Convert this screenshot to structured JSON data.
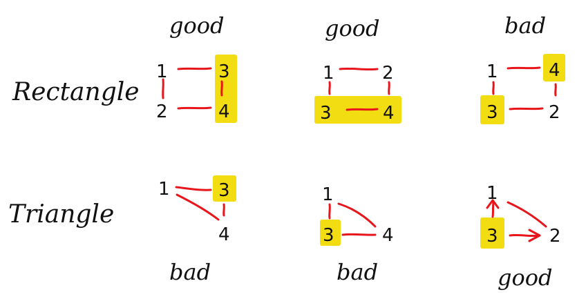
{
  "colors": {
    "edge": "#e8161b",
    "highlight": "#f2dc12",
    "ink": "#111111"
  },
  "row_labels": [
    "Rectangle",
    "Triangle"
  ],
  "top_verdicts": [
    "good",
    "good",
    "bad"
  ],
  "bottom_verdicts": [
    "bad",
    "bad",
    "good"
  ],
  "panels": [
    {
      "nodes": [
        "1",
        "3",
        "2",
        "4"
      ]
    },
    {
      "nodes": [
        "1",
        "2",
        "3",
        "4"
      ]
    },
    {
      "nodes": [
        "1",
        "4",
        "3",
        "2"
      ]
    },
    {
      "nodes": [
        "1",
        "3",
        "4"
      ]
    },
    {
      "nodes": [
        "1",
        "3",
        "4"
      ]
    },
    {
      "nodes": [
        "1",
        "3",
        "2"
      ]
    }
  ]
}
